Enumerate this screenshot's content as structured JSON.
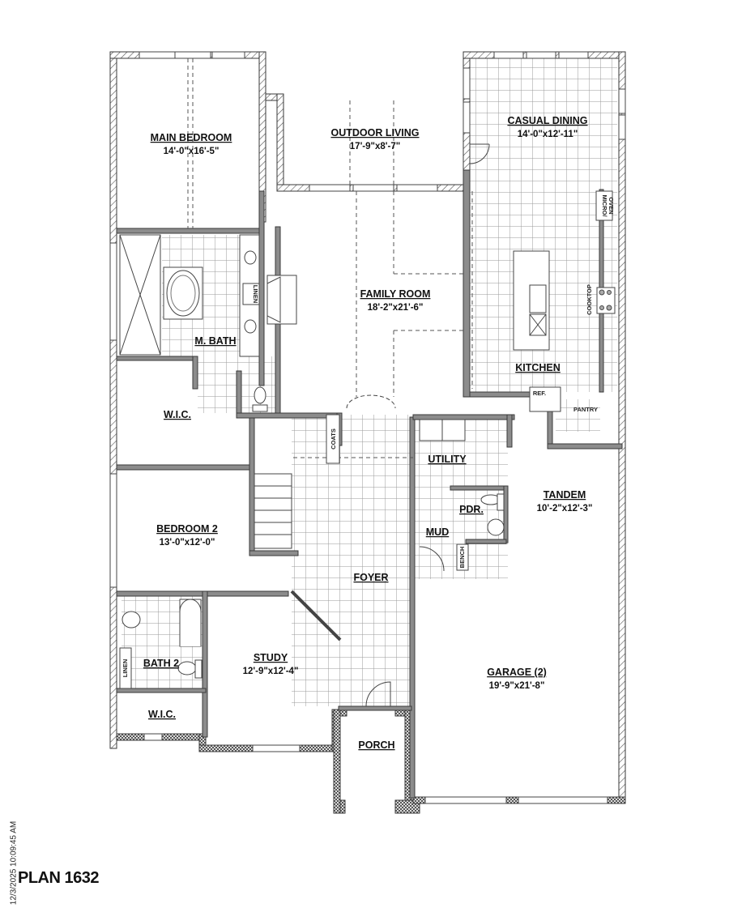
{
  "plan": {
    "title": "PLAN 1632",
    "timestamp": "12/3/2025 10:09:45 AM"
  },
  "rooms": {
    "main_bedroom": {
      "name": "MAIN BEDROOM",
      "dim": "14'-0\"x16'-5\""
    },
    "outdoor_living": {
      "name": "OUTDOOR LIVING",
      "dim": "17'-9\"x8'-7\""
    },
    "casual_dining": {
      "name": "CASUAL DINING",
      "dim": "14'-0\"x12'-11\""
    },
    "family_room": {
      "name": "FAMILY ROOM",
      "dim": "18'-2\"x21'-6\""
    },
    "kitchen": {
      "name": "KITCHEN"
    },
    "m_bath": {
      "name": "M. BATH"
    },
    "wic_main": {
      "name": "W.I.C."
    },
    "utility": {
      "name": "UTILITY"
    },
    "tandem": {
      "name": "TANDEM",
      "dim": "10'-2\"x12'-3\""
    },
    "pdr": {
      "name": "PDR."
    },
    "mud": {
      "name": "MUD"
    },
    "bedroom2": {
      "name": "BEDROOM 2",
      "dim": "13'-0\"x12'-0\""
    },
    "foyer": {
      "name": "FOYER"
    },
    "bath2": {
      "name": "BATH 2"
    },
    "study": {
      "name": "STUDY",
      "dim": "12'-9\"x12'-4\""
    },
    "wic_2": {
      "name": "W.I.C."
    },
    "garage": {
      "name": "GARAGE (2)",
      "dim": "19'-9\"x21'-8\""
    },
    "porch": {
      "name": "PORCH"
    }
  },
  "fixtures": {
    "linen_main": "LINEN",
    "linen_bath2": "LINEN",
    "coats": "COATS",
    "micro_oven_1": "MICRO/",
    "micro_oven_2": "OVEN",
    "cooktop": "COOKTOP",
    "ref": "REF.",
    "pantry": "PANTRY",
    "bench": "BENCH"
  }
}
